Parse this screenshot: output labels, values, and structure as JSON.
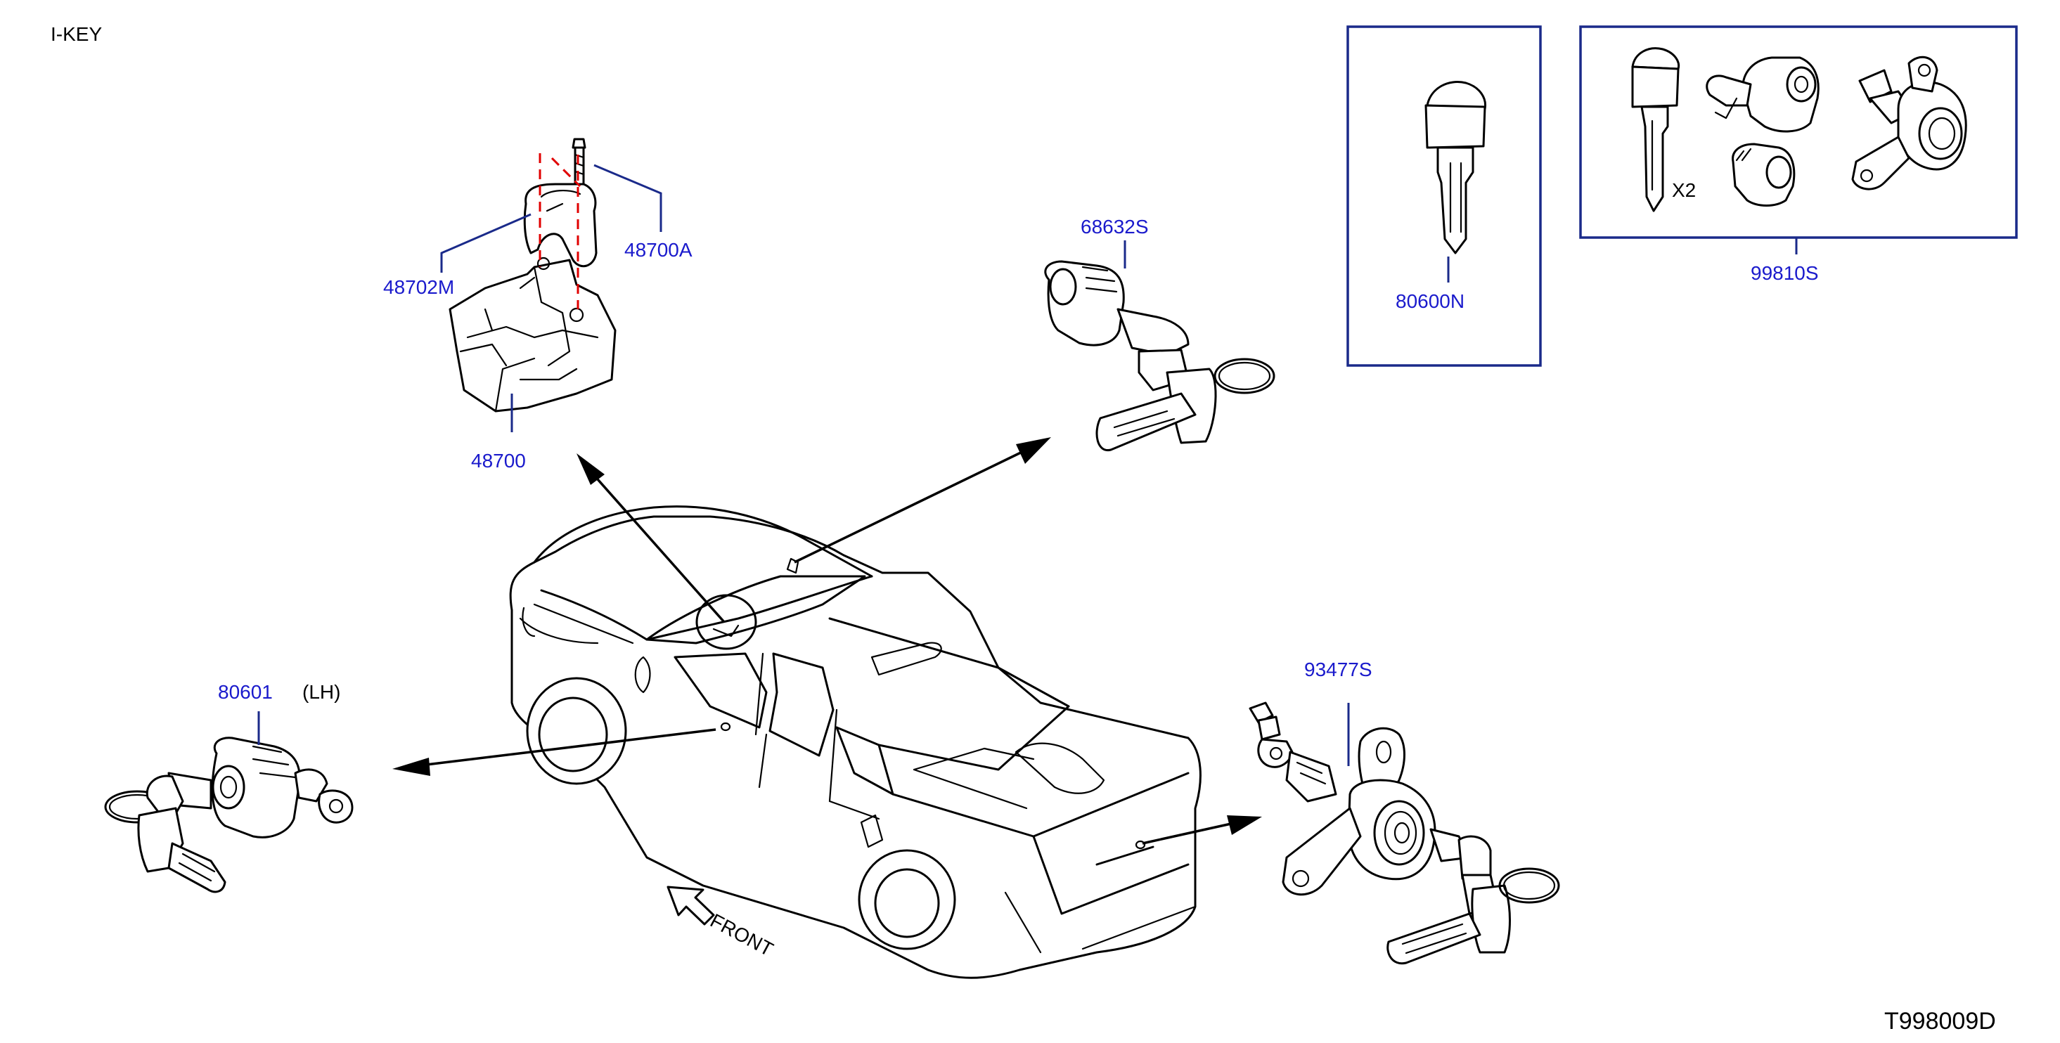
{
  "header": {
    "title": "I-KEY"
  },
  "footer": {
    "code": "T998009D"
  },
  "parts": {
    "p48700": "48700",
    "p48700A": "48700A",
    "p48702M": "48702M",
    "p68632S": "68632S",
    "p80600N": "80600N",
    "p99810S": "99810S",
    "p80601": "80601",
    "p80601_side": "(LH)",
    "p93477S": "93477S"
  },
  "notes": {
    "qty": "X2",
    "front": "FRONT"
  },
  "colors": {
    "callout": "#1a1acc",
    "leader": "#1a2a8a",
    "guide": "#e00000"
  }
}
